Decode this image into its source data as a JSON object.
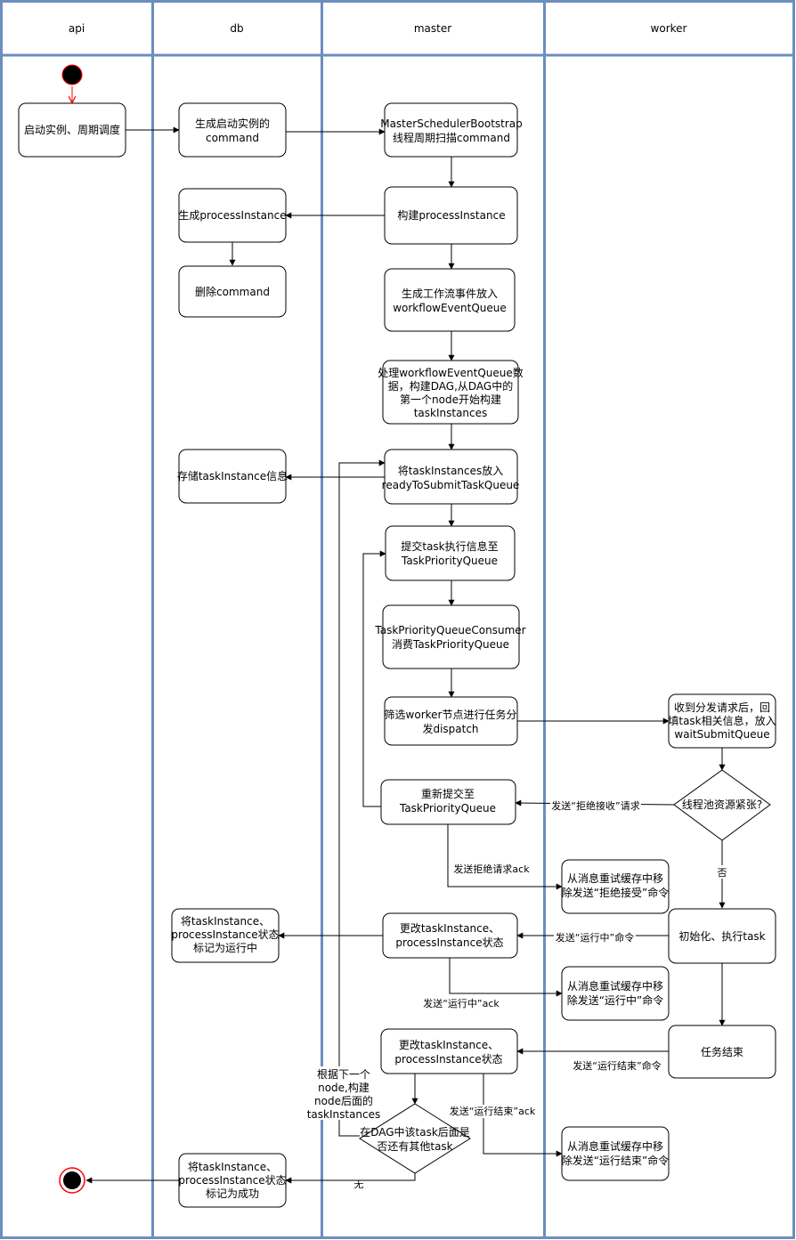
{
  "lanes": [
    {
      "id": "api",
      "label": "api"
    },
    {
      "id": "db",
      "label": "db"
    },
    {
      "id": "master",
      "label": "master"
    },
    {
      "id": "worker",
      "label": "worker"
    }
  ],
  "nodes": {
    "start_instance": [
      "启动实例、周期调度"
    ],
    "gen_command": [
      "生成启动实例的",
      "command"
    ],
    "scan_command": [
      "MasterSchedulerBootstrap",
      "线程周期扫描command"
    ],
    "build_pi": [
      "构建processInstance"
    ],
    "gen_pi": [
      "生成processInstance"
    ],
    "del_command": [
      "删除command"
    ],
    "gen_event": [
      "生成工作流事件放入",
      "workflowEventQueue"
    ],
    "handle_event": [
      "处理workflowEventQueue数",
      "据，构建DAG,从DAG中的",
      "第一个node开始构建",
      "taskInstances"
    ],
    "put_ready": [
      "将taskInstances放入",
      "readyToSubmitTaskQueue"
    ],
    "store_ti": [
      "存储taskInstance信息"
    ],
    "submit_tpq": [
      "提交task执行信息至",
      "TaskPriorityQueue"
    ],
    "consumer": [
      "TaskPriorityQueueConsumer",
      "消费TaskPriorityQueue"
    ],
    "dispatch": [
      "筛选worker节点进行任务分",
      "发dispatch"
    ],
    "recv_dispatch": [
      "收到分发请求后，回",
      "填task相关信息，放入",
      "waitSubmitQueue"
    ],
    "pool_busy": [
      "线程池资源紧张?"
    ],
    "resubmit": [
      "重新提交至",
      "TaskPriorityQueue"
    ],
    "remove_reject": [
      "从消息重试缓存中移",
      "除发送“拒绝接受”命令"
    ],
    "update_state_1": [
      "更改taskInstance、",
      "processInstance状态"
    ],
    "mark_running": [
      "将taskInstance、",
      "processInstance状态",
      "标记为运行中"
    ],
    "init_exec": [
      "初始化、执行task"
    ],
    "remove_running": [
      "从消息重试缓存中移",
      "除发送“运行中”命令"
    ],
    "update_state_2": [
      "更改taskInstance、",
      "processInstance状态"
    ],
    "task_end": [
      "任务结束"
    ],
    "has_next": [
      "在DAG中该task后面是",
      "否还有其他task"
    ],
    "mark_success": [
      "将taskInstance、",
      "processInstance状态",
      "标记为成功"
    ],
    "remove_end": [
      "从消息重试缓存中移",
      "除发送“运行结束”命令"
    ]
  },
  "edge_labels": {
    "send_reject": "发送“拒绝接收”请求",
    "no_busy": "否",
    "send_reject_ack": "发送拒绝请求ack",
    "send_running": "发送“运行中”命令",
    "send_running_ack": "发送“运行中”ack",
    "send_end": "发送“运行结束”命令",
    "send_end_ack": "发送“运行结束”ack",
    "no_next": "无",
    "next_node": [
      "根据下一个",
      "node,构建",
      "node后面的",
      "taskInstances"
    ]
  },
  "colors": {
    "lane_border": "#6c8ebf",
    "start_fill": "#000000",
    "start_stroke": "#ff0000"
  }
}
